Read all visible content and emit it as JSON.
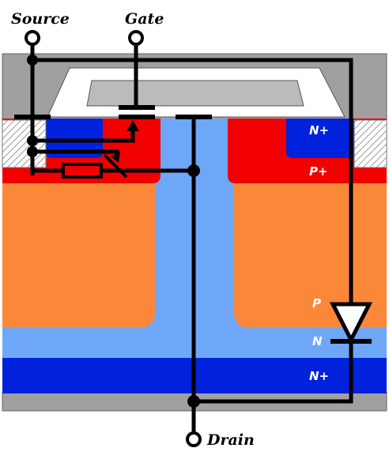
{
  "terminals": {
    "source": "Source",
    "gate": "Gate",
    "drain": "Drain"
  },
  "regions": {
    "n_plus_source": "N+",
    "p_plus": "P+",
    "p_body": "P",
    "n_drift": "N",
    "n_plus_substrate": "N+"
  },
  "colors": {
    "n_plus": "#0022dd",
    "n_drift": "#6ea7f7",
    "p_plus": "#f20000",
    "p_column": "#fb8838",
    "oxide": "#ffffff",
    "gate_poly": "#bbbbbb",
    "metal": "#a0a0a0",
    "wire": "#000000"
  }
}
